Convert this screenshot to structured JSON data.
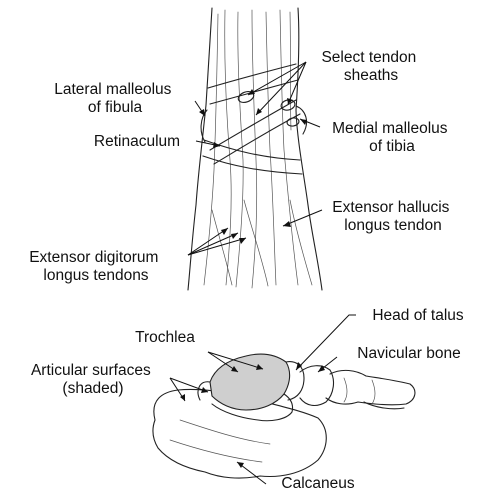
{
  "labels": {
    "lateral_malleolus": [
      "Lateral malleolus",
      "of fibula"
    ],
    "select_tendon_sheaths": [
      "Select tendon",
      "sheaths"
    ],
    "retinaculum": "Retinaculum",
    "medial_malleolus": [
      "Medial malleolus",
      "of tibia"
    ],
    "extensor_hallucis": [
      "Extensor hallucis",
      "longus tendon"
    ],
    "extensor_digitorum": [
      "Extensor digitorum",
      "longus tendons"
    ],
    "head_of_talus": "Head of talus",
    "trochlea": "Trochlea",
    "navicular_bone": "Navicular bone",
    "articular_surfaces": [
      "Articular surfaces",
      "(shaded)"
    ],
    "calcaneus": "Calcaneus"
  },
  "colors": {
    "ink": "#222222",
    "shading": "#cfcfcf"
  }
}
